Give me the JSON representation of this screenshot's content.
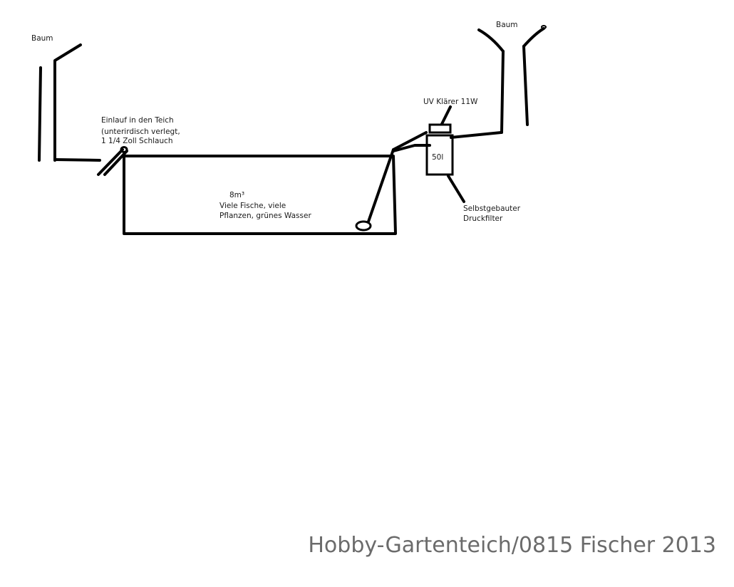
{
  "labels": {
    "tree_left": "Baum",
    "tree_right": "Baum",
    "inlet": [
      "Einlauf in den Teich",
      "(unterirdisch verlegt,",
      "1 1/4 Zoll Schlauch"
    ],
    "uv": "UV Klärer 11W",
    "filter_volume": "50l",
    "filter_name": [
      "Selbstgebauter",
      "Druckfilter"
    ],
    "pond": [
      "8m³",
      "Viele Fische, viele",
      "Pflanzen, grünes Wasser"
    ]
  },
  "watermark": "Hobby-Gartenteich/0815 Fischer 2013"
}
